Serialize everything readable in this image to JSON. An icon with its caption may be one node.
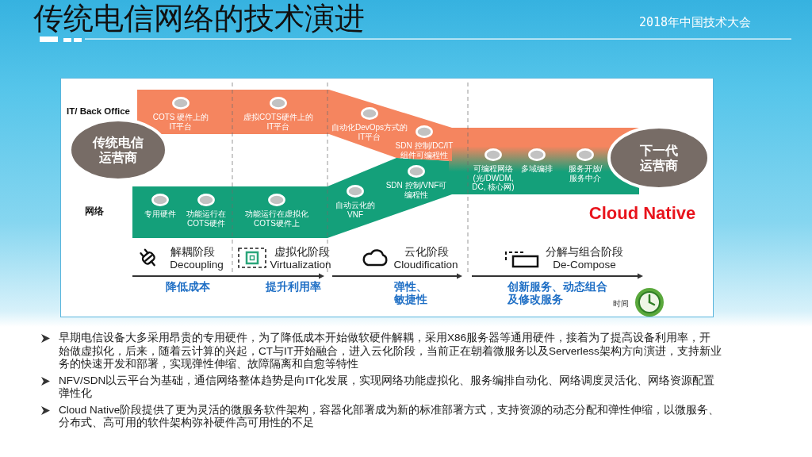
{
  "diagram": {
    "title": "传统电信网络的技术演进",
    "nodes": [
      {
        "text": [
          "传统电信运营商"
        ]
      },
      {
        "text": [],
        "shape": "band"
      },
      {
        "text": [
          "COTS 硬件上的IT平台"
        ],
        "in": 1
      },
      {
        "text": [
          "虚拟COTS硬件上的IT平台"
        ],
        "in": 1
      },
      {
        "text": [
          "自动化DevOps方式的IT平台"
        ],
        "in": 1
      },
      {
        "text": [
          "SDN 控制/DC/IT组件可编程性"
        ],
        "in": 1
      },
      {
        "text": [],
        "shape": "band"
      },
      {
        "text": [
          "专用硬件"
        ],
        "in": 6
      },
      {
        "text": [
          "功能运行在COTS硬件"
        ],
        "in": 6
      },
      {
        "text": [
          "功能运行在虚拟化COTS硬件上"
        ],
        "in": 6
      },
      {
        "text": [
          "自动云化的VNF"
        ],
        "in": 6
      },
      {
        "text": [
          "SDN 控制/VNF可编程性"
        ],
        "in": 6
      },
      {
        "text": [],
        "shape": "band"
      },
      {
        "text": [
          "可编程网络(光/DWDM, DC, 核心网)"
        ],
        "in": 12
      },
      {
        "text": [
          "多域编排"
        ],
        "in": 12
      },
      {
        "text": [
          "服务开放/服务中介"
        ],
        "in": 12
      },
      {
        "text": [
          "下一代运营商"
        ]
      }
    ],
    "labels": [
      "2018年中国技术大会",
      "IT/ Back Office",
      "网络",
      "Cloud Native",
      "解耦阶段",
      "Decoupling",
      "虚拟化阶段",
      "Virtualization",
      "云化阶段",
      "Cloudification",
      "分解与组合阶段",
      "De-Compose",
      "降低成本",
      "提升利用率",
      "弹性、敏捷性",
      "创新服务、动态组合及修改服务",
      "时间",
      "早期电信设备大多采用昂贵的专用硬件，为了降低成本开始做软硬件解耦，采用X86服务器等通用硬件，接着为了提高设备利用率，开始做虚拟化，后来，随着云计算的兴起，CT与IT开始融合，进入云化阶段，当前正在朝着微服务以及Serverless架构方向演进，支持新业务的快速开发和部署，实现弹性伸缩、故障隔离和自愈等特性",
      "NFV/SDN以云平台为基础，通信网络整体趋势是向IT化发展，实现网络功能虚拟化、服务编排自动化、网络调度灵活化、网络资源配置弹性化",
      "Cloud Native阶段提供了更为灵活的微服务软件架构，容器化部署成为新的标准部署方式，支持资源的动态分配和弹性伸缩，以微服务、分布式、高可用的软件架构弥补硬件高可用性的不足"
    ]
  }
}
